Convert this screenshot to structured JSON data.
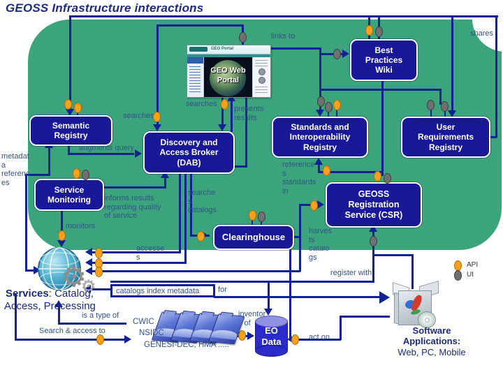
{
  "title": "GEOSS Infrastructure interactions",
  "colors": {
    "background_green": "#3BA47C",
    "connector_navy": "#122193",
    "node_fill": "#181899",
    "label_blue": "#32538A",
    "api_orange": "#F7A01E",
    "ui_gray": "#707070"
  },
  "nodes": {
    "semantic_registry": "Semantic\nRegistry",
    "best_practices_wiki": "Best\nPractices\nWiki",
    "dab": "Discovery and\nAccess Broker\n(DAB)",
    "standards_registry": "Standards and\nInteroperability\nRegistry",
    "user_requirements_registry": "User\nRequirements\nRegistry",
    "service_monitoring": "Service\nMonitoring",
    "csr": "GEOSS\nRegistration\nService (CSR)",
    "clearinghouse": "Clearinghouse",
    "eo_data": "EO\nData"
  },
  "portal": {
    "title": "GEO Web\nPortal"
  },
  "edge_labels": {
    "links_to": "links to",
    "shares": "shares",
    "searches_top": "searches",
    "searches_left": "searches",
    "presents_results": "presents\nresults",
    "augments_query": "augments query",
    "metadata_references": "metadat\na\nreferenc\nes",
    "informs_results": "informs results\nregarding quality\nof service",
    "monitors": "monitors",
    "searches_catalogs": "searche\ns\ncatalogs",
    "references_standards": "reference\ns\nstandards\nin",
    "harvests_catalogs": "harves\nts\ncatalo\ngs",
    "register_with": "register with",
    "accesses": "accesse\ns",
    "catalogs_index_boxed": "catalogs index metadata",
    "catalogs_index_tail": "for",
    "is_a_type_of": "is a type of",
    "search_access_to": "Search  & access to",
    "inventory_of": "inventor\ny of",
    "act_on": "act on"
  },
  "services_label": {
    "bold": "Services",
    "rest": ": Catalog,",
    "line2": "Access, Processing"
  },
  "external_catalogs": {
    "line1": "CWIC",
    "line2": "NSIDC",
    "line3": "GENESI-DEC,  HMA  ....."
  },
  "software_label": {
    "line1": "Software",
    "line2": "Applications:",
    "line3": "Web, PC, Mobile"
  },
  "legend": {
    "api": "API",
    "ui": "UI"
  }
}
